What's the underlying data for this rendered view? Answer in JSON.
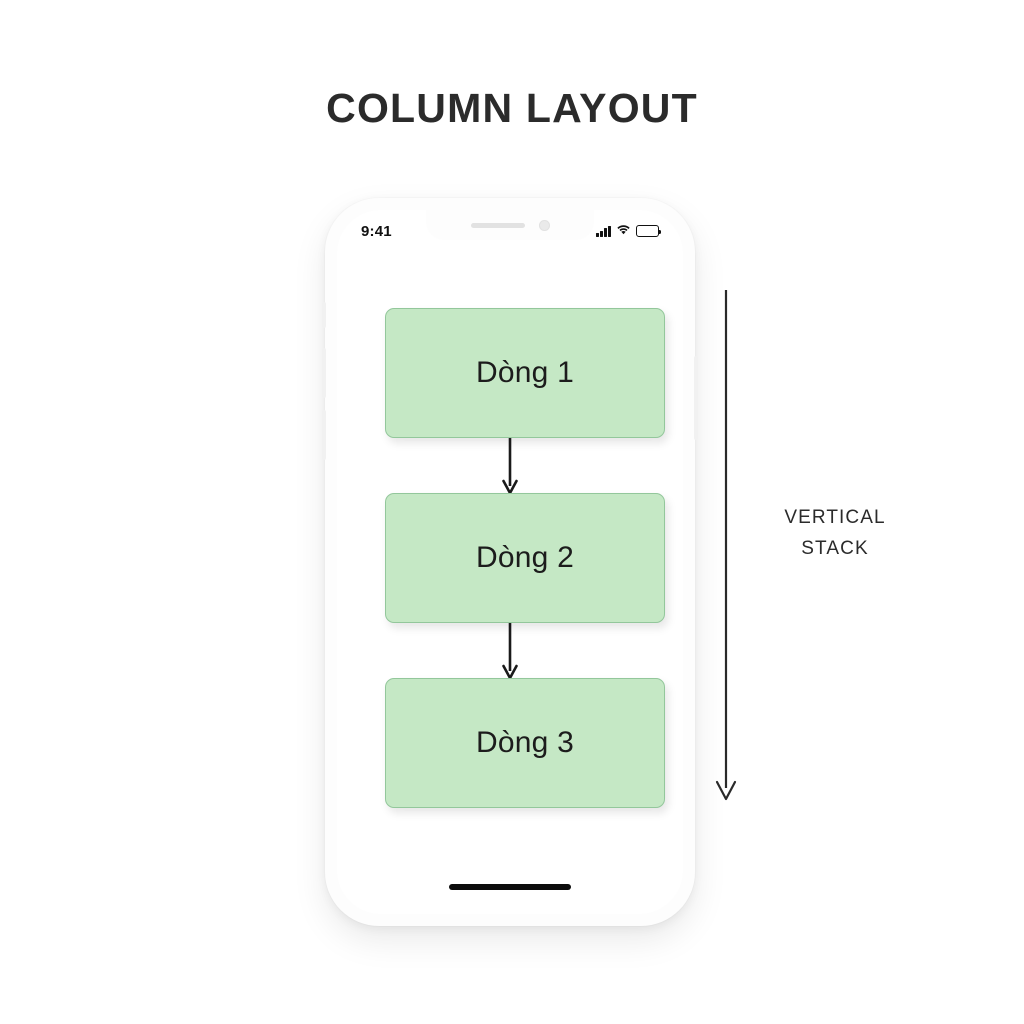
{
  "page": {
    "title": "COLUMN LAYOUT",
    "background_color": "#ffffff"
  },
  "phone": {
    "status_bar": {
      "time": "9:41",
      "cellular_icon": "cellular-signal-icon",
      "wifi_icon": "wifi-icon",
      "battery_icon": "battery-full-icon"
    },
    "notch": {
      "speaker_icon": "speaker-grille-icon",
      "camera_icon": "front-camera-icon"
    },
    "side_buttons": [
      "silent-switch",
      "volume-up",
      "volume-down",
      "power"
    ],
    "home_indicator": "home-indicator-bar"
  },
  "flow": {
    "boxes": [
      {
        "label": "Dòng 1"
      },
      {
        "label": "Dòng 2"
      },
      {
        "label": "Dòng 3"
      }
    ],
    "arrows": [
      {
        "icon": "arrow-down-icon"
      },
      {
        "icon": "arrow-down-icon"
      }
    ],
    "box_fill_color": "#c5e8c5",
    "box_border_color": "#93c79b",
    "text_color": "#1c1c1c"
  },
  "annotation": {
    "arrow_icon": "vertical-arrow-down-icon",
    "label_line_1": "VERTICAL",
    "label_line_2": "STACK",
    "color": "#2b2b2b"
  }
}
